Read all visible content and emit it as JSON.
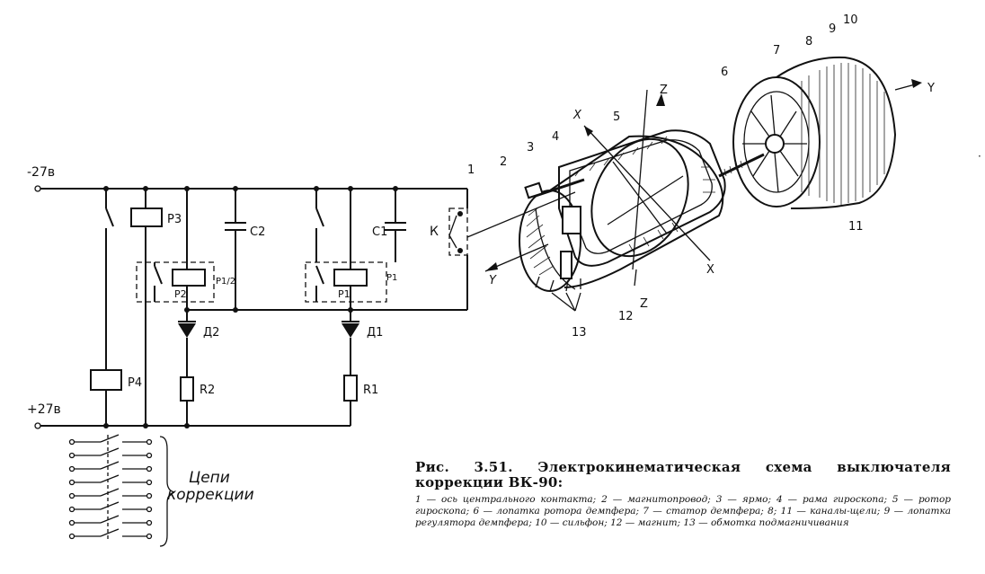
{
  "circuit": {
    "supply_top": "-27в",
    "supply_bottom": "+27в",
    "relays": [
      "Р3",
      "Р2",
      "Р1",
      "Р4"
    ],
    "relay_tags": [
      "Р1/2",
      "Р1"
    ],
    "capacitors": [
      "С2",
      "С1"
    ],
    "diodes": [
      "Д2",
      "Д1"
    ],
    "resistors": [
      "R2",
      "R1"
    ],
    "contact": "К",
    "chains_label_line1": "Цепи",
    "chains_label_line2": "коррекции"
  },
  "mechanism": {
    "part_numbers": [
      "1",
      "2",
      "3",
      "4",
      "5",
      "6",
      "7",
      "8",
      "9",
      "10",
      "11",
      "12",
      "13"
    ],
    "axes": {
      "x": "X",
      "y": "Y",
      "z": "Z"
    }
  },
  "caption": {
    "title": "Рис. 3.51. Электрокинематическая схема выключателя коррекции ВК-90:",
    "legend": "1 — ось центрального контакта; 2 — магнитопровод; 3 — ярмо; 4 — рама гироскопа; 5 — ротор гироскопа; 6 — лопатка ротора демпфера; 7 — статор демпфера; 8; 11 — каналы-щели; 9 — лопатка регулятора демпфера; 10 — сильфон; 12 — магнит; 13 — обмотка подмагничивания"
  }
}
